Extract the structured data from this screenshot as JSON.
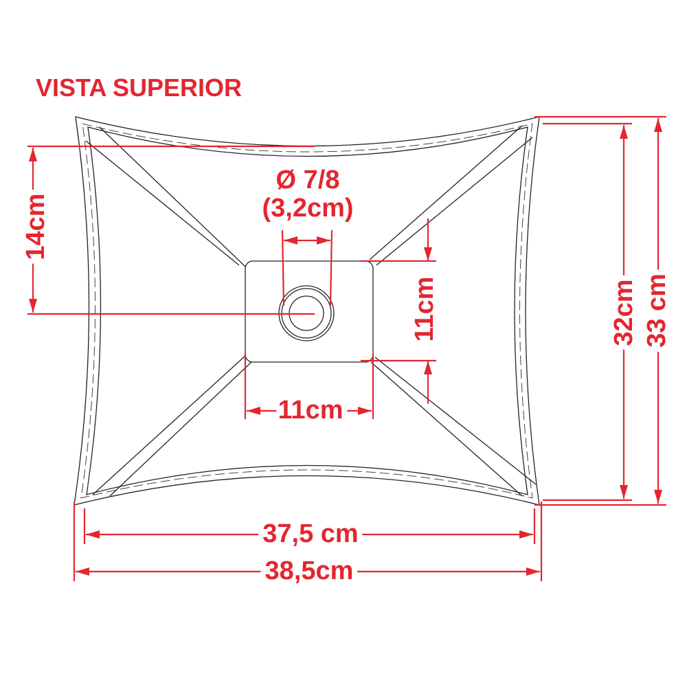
{
  "title": "VISTA SUPERIOR",
  "colors": {
    "dimension": "#e3262f",
    "outline": "#222222"
  },
  "dimensions": {
    "drain_diameter": "Ø 7/8",
    "drain_diameter_cm": "(3,2cm)",
    "offset_top": "14cm",
    "base_height": "11cm",
    "base_width": "11cm",
    "inner_depth": "32cm",
    "outer_depth": "33 cm",
    "inner_width": "37,5 cm",
    "outer_width": "38,5cm"
  }
}
